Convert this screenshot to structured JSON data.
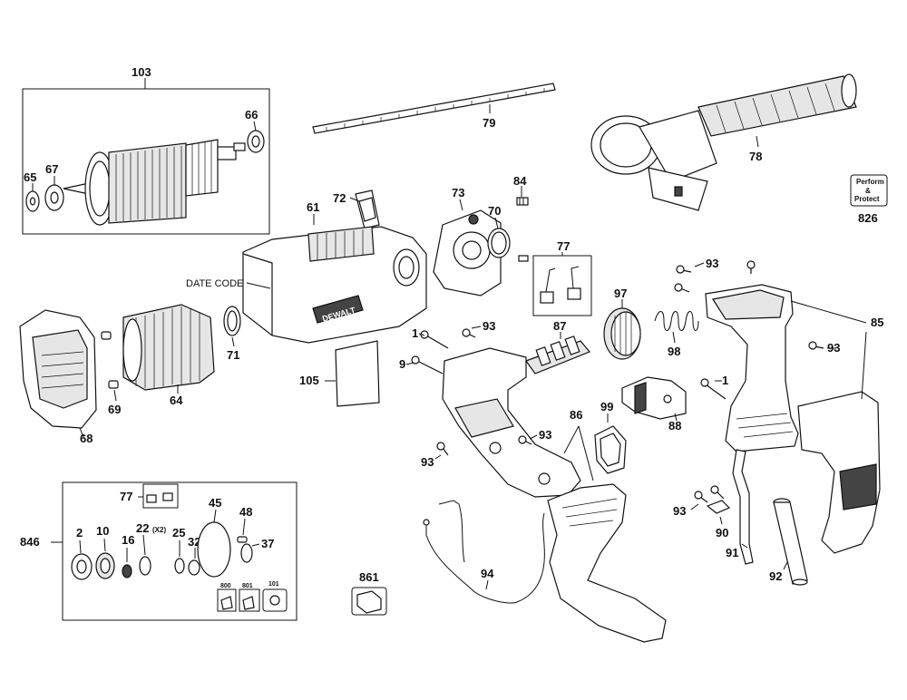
{
  "callouts": {
    "c103": "103",
    "c66": "66",
    "c65": "65",
    "c67": "67",
    "c79": "79",
    "c78": "78",
    "c72": "72",
    "c61": "61",
    "c73": "73",
    "c84": "84",
    "c70": "70",
    "c826": "826",
    "perform_l1": "Perform",
    "perform_l2": "&",
    "perform_l3": "Protect",
    "c77a": "77",
    "c93a": "93",
    "c85": "85",
    "c97": "97",
    "c98": "98",
    "date_code": "DATE CODE",
    "c71": "71",
    "c105": "105",
    "c1a": "1",
    "c93b": "93",
    "c87": "87",
    "c9": "9",
    "c93c": "93",
    "c1b": "1",
    "c88": "88",
    "c99": "99",
    "c68": "68",
    "c64": "64",
    "c69": "69",
    "c86": "86",
    "c93d": "93",
    "c93e": "93",
    "c77b": "77",
    "c846": "846",
    "c45": "45",
    "c48": "48",
    "c37": "37",
    "c2": "2",
    "c10": "10",
    "c16": "16",
    "c22": "22",
    "c22x": "(X2)",
    "c25": "25",
    "c32": "32",
    "c800": "800",
    "c801": "801",
    "c101": "101",
    "c93f": "93",
    "c90": "90",
    "c91": "91",
    "c92": "92",
    "c94": "94",
    "c861": "861"
  },
  "brand_text": "DEWALT"
}
